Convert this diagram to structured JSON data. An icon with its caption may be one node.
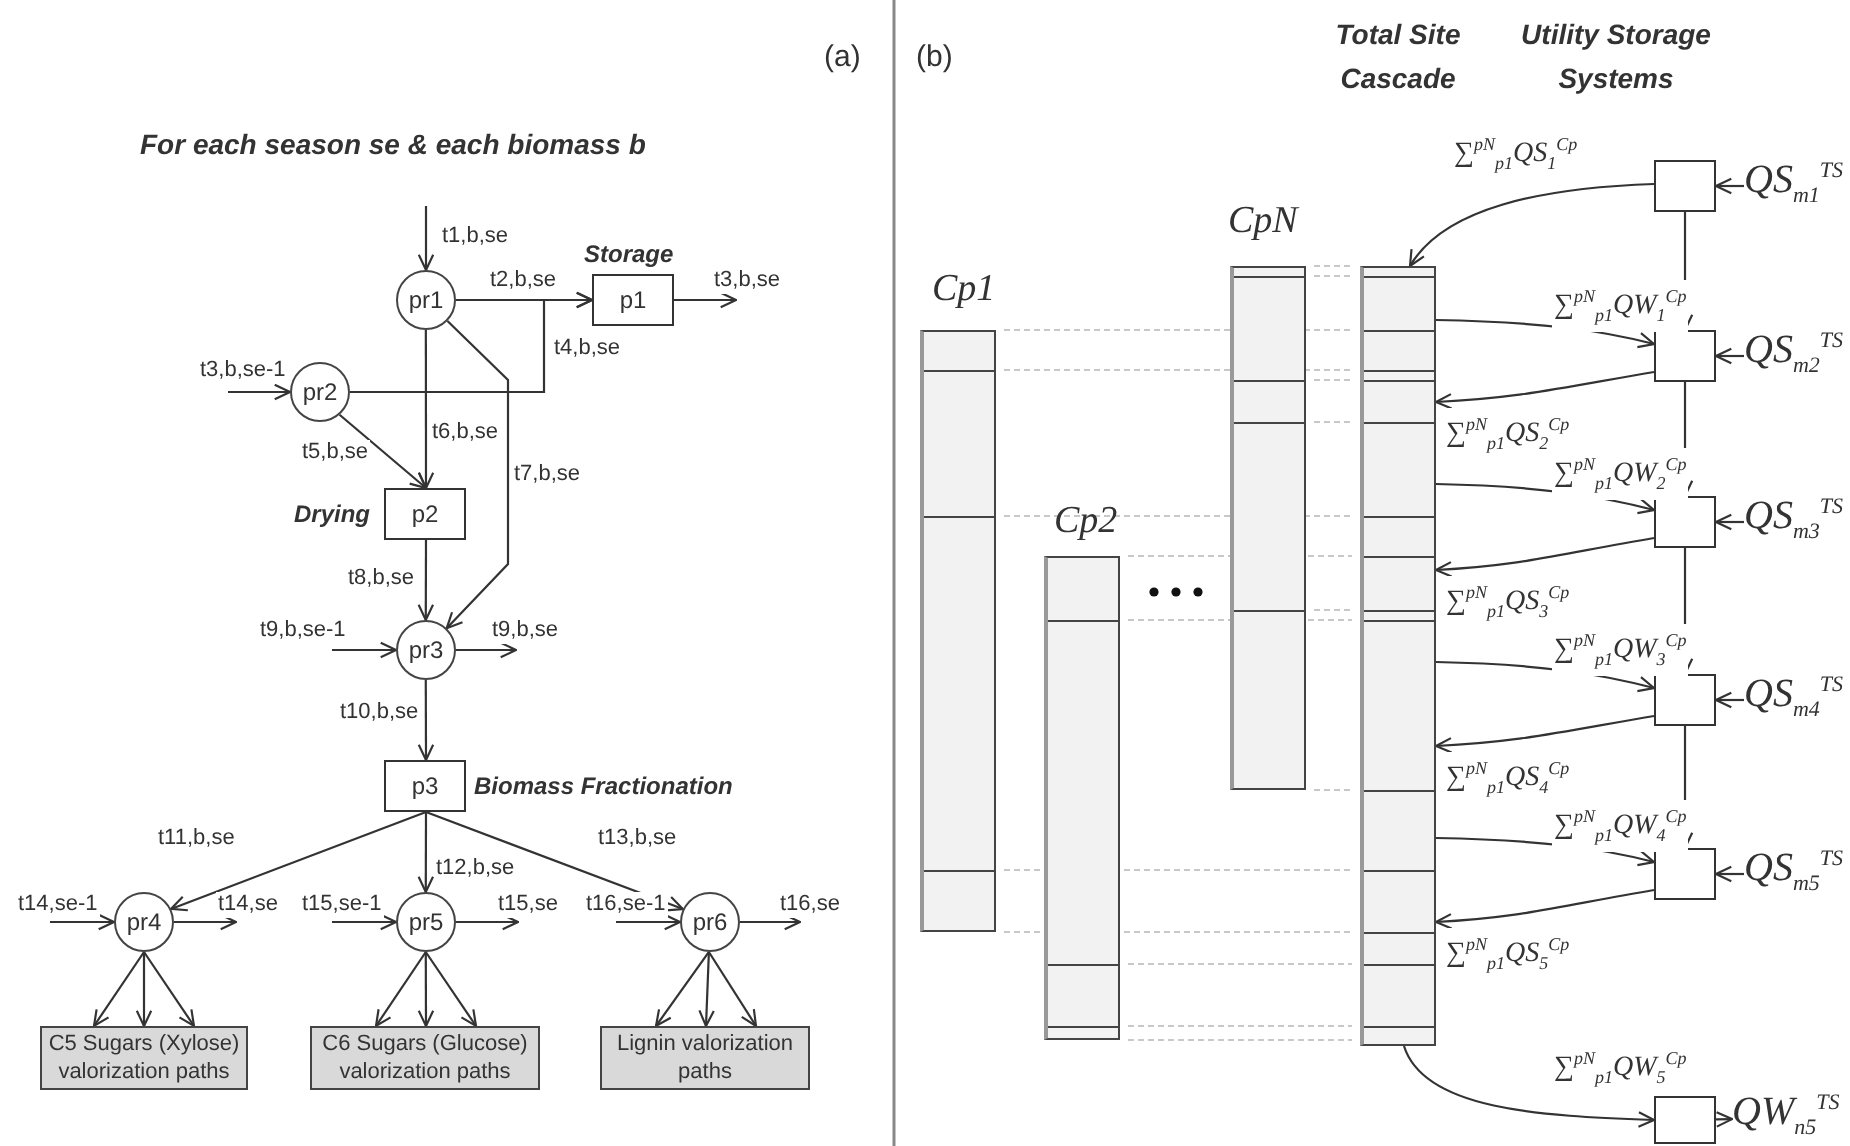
{
  "diagram": {
    "nodes": [
      {
        "text": [
          "pr1"
        ]
      },
      {
        "text": [
          "p1"
        ],
        "beside": [
          "Storage"
        ]
      },
      {
        "text": [
          "pr2"
        ]
      },
      {
        "text": [
          "p2"
        ],
        "beside": [
          "Drying"
        ]
      },
      {
        "text": [
          "pr3"
        ]
      },
      {
        "text": [
          "p3"
        ],
        "beside": [
          "Biomass Fractionation"
        ]
      },
      {
        "text": [
          "pr4"
        ]
      },
      {
        "text": [
          "pr5"
        ]
      },
      {
        "text": [
          "pr6"
        ]
      },
      {
        "text": [
          "C5 Sugars (Xylose) valorization paths"
        ]
      },
      {
        "text": [
          "C6 Sugars (Glucose) valorization paths"
        ]
      },
      {
        "text": [
          "Lignin valorization paths"
        ]
      },
      {
        "text": [
          "Cp1"
        ]
      },
      {
        "text": [
          "Cp2"
        ]
      },
      {
        "text": [
          "CpN"
        ]
      },
      {
        "text": [],
        "shape": "bar"
      },
      {
        "text": [],
        "shape": "box"
      },
      {
        "text": [],
        "shape": "box"
      },
      {
        "text": [],
        "shape": "box"
      },
      {
        "text": [],
        "shape": "box"
      },
      {
        "text": [],
        "shape": "box"
      },
      {
        "text": [],
        "shape": "box"
      },
      {
        "text": [
          "QS$_{m1}$$^{TS}$"
        ]
      },
      {
        "text": [
          "QS$_{m2}$$^{TS}$"
        ]
      },
      {
        "text": [
          "QS$_{m3}$$^{TS}$"
        ]
      },
      {
        "text": [
          "QS$_{m4}$$^{TS}$"
        ]
      },
      {
        "text": [
          "QS$_{m5}$$^{TS}$"
        ]
      },
      {
        "text": [
          "QW$_{n5}$$^{TS}$"
        ]
      }
    ],
    "edges": [
      {
        "from": null,
        "to": 0,
        "arrow": "to",
        "label": "t1,b,se"
      },
      {
        "from": 0,
        "to": 1,
        "arrow": "to",
        "label": "t2,b,se"
      },
      {
        "from": 1,
        "to": null,
        "arrow": "to",
        "label": "t3,b,se"
      },
      {
        "from": 2,
        "to": 1,
        "arrow": "to",
        "label": "t4,b,se"
      },
      {
        "from": null,
        "to": 2,
        "arrow": "to",
        "label": "t3,b,se-1"
      },
      {
        "from": 2,
        "to": 3,
        "arrow": "to",
        "label": "t5,b,se"
      },
      {
        "from": 0,
        "to": 3,
        "arrow": "to",
        "label": "t6,b,se"
      },
      {
        "from": 0,
        "to": 4,
        "arrow": "to",
        "label": "t7,b,se"
      },
      {
        "from": 3,
        "to": 4,
        "arrow": "to",
        "label": "t8,b,se"
      },
      {
        "from": null,
        "to": 4,
        "arrow": "to",
        "label": "t9,b,se-1"
      },
      {
        "from": 4,
        "to": null,
        "arrow": "to",
        "label": "t9,b,se"
      },
      {
        "from": 4,
        "to": 5,
        "arrow": "to",
        "label": "t10,b,se"
      },
      {
        "from": 5,
        "to": 6,
        "arrow": "to",
        "label": "t11,b,se"
      },
      {
        "from": 5,
        "to": 7,
        "arrow": "to",
        "label": "t12,b,se"
      },
      {
        "from": 5,
        "to": 8,
        "arrow": "to",
        "label": "t13,b,se"
      },
      {
        "from": null,
        "to": 6,
        "arrow": "to",
        "label": "t14,se-1"
      },
      {
        "from": 6,
        "to": null,
        "arrow": "to",
        "label": "t14,se"
      },
      {
        "from": null,
        "to": 7,
        "arrow": "to",
        "label": "t15,se-1"
      },
      {
        "from": 7,
        "to": null,
        "arrow": "to",
        "label": "t15,se"
      },
      {
        "from": null,
        "to": 8,
        "arrow": "to",
        "label": "t16,se-1"
      },
      {
        "from": 8,
        "to": null,
        "arrow": "to",
        "label": "t16,se"
      },
      {
        "from": 6,
        "to": 9,
        "arrow": "to"
      },
      {
        "from": 6,
        "to": 9,
        "arrow": "to"
      },
      {
        "from": 6,
        "to": 9,
        "arrow": "to"
      },
      {
        "from": 7,
        "to": 10,
        "arrow": "to"
      },
      {
        "from": 7,
        "to": 10,
        "arrow": "to"
      },
      {
        "from": 7,
        "to": 10,
        "arrow": "to"
      },
      {
        "from": 8,
        "to": 11,
        "arrow": "to"
      },
      {
        "from": 8,
        "to": 11,
        "arrow": "to"
      },
      {
        "from": 8,
        "to": 11,
        "arrow": "to"
      },
      {
        "from": 22,
        "to": 16,
        "arrow": "to"
      },
      {
        "from": 23,
        "to": 17,
        "arrow": "to"
      },
      {
        "from": 24,
        "to": 18,
        "arrow": "to"
      },
      {
        "from": 25,
        "to": 19,
        "arrow": "to"
      },
      {
        "from": 26,
        "to": 20,
        "arrow": "to"
      },
      {
        "from": 16,
        "to": 17,
        "arrow": "to"
      },
      {
        "from": 17,
        "to": 18,
        "arrow": "to"
      },
      {
        "from": 18,
        "to": 19,
        "arrow": "to"
      },
      {
        "from": 19,
        "to": 20,
        "arrow": "to"
      },
      {
        "from": 16,
        "to": 15,
        "arrow": "to",
        "label": "∑$^{pN}$$_{p1}$QS$_{1}$$^{Cp}$"
      },
      {
        "from": 17,
        "to": 15,
        "arrow": "to",
        "label": "∑$^{pN}$$_{p1}$QS$_{2}$$^{Cp}$"
      },
      {
        "from": 18,
        "to": 15,
        "arrow": "to",
        "label": "∑$^{pN}$$_{p1}$QS$_{3}$$^{Cp}$"
      },
      {
        "from": 19,
        "to": 15,
        "arrow": "to",
        "label": "∑$^{pN}$$_{p1}$QS$_{4}$$^{Cp}$"
      },
      {
        "from": 20,
        "to": 15,
        "arrow": "to",
        "label": "∑$^{pN}$$_{p1}$QS$_{5}$$^{Cp}$"
      },
      {
        "from": 15,
        "to": 17,
        "arrow": "to",
        "label": "∑$^{pN}$$_{p1}$QW$_{1}$$^{Cp}$"
      },
      {
        "from": 15,
        "to": 18,
        "arrow": "to",
        "label": "∑$^{pN}$$_{p1}$QW$_{2}$$^{Cp}$"
      },
      {
        "from": 15,
        "to": 19,
        "arrow": "to",
        "label": "∑$^{pN}$$_{p1}$QW$_{3}$$^{Cp}$"
      },
      {
        "from": 15,
        "to": 20,
        "arrow": "to",
        "label": "∑$^{pN}$$_{p1}$QW$_{4}$$^{Cp}$"
      },
      {
        "from": 15,
        "to": 21,
        "arrow": "to",
        "label": "∑$^{pN}$$_{p1}$QW$_{5}$$^{Cp}$"
      },
      {
        "from": 21,
        "to": 27,
        "arrow": "to"
      }
    ],
    "labels": [
      "(a)",
      "(b)",
      "Total Site Cascade",
      "Utility Storage Systems",
      "For each season se & each biomass b"
    ]
  }
}
